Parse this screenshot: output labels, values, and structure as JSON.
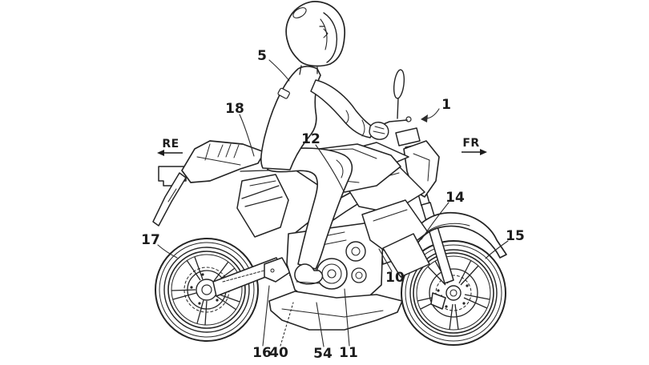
{
  "figure": {
    "description": "Patent line drawing of a naked sport motorcycle with helmeted rider, right-side view",
    "direction_indicators": {
      "rear": "RE",
      "front": "FR"
    },
    "reference_numerals": {
      "n1": "1",
      "n5": "5",
      "n10": "10",
      "n11": "11",
      "n12": "12",
      "n14": "14",
      "n15": "15",
      "n16": "16",
      "n17": "17",
      "n18": "18",
      "n40": "40",
      "n54": "54"
    }
  }
}
